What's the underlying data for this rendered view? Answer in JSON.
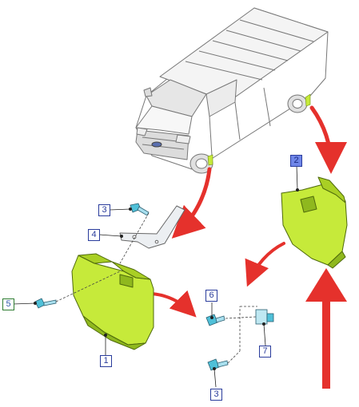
{
  "callouts": {
    "c1": "1",
    "c2": "2",
    "c3a": "3",
    "c3b": "3",
    "c4": "4",
    "c5": "5",
    "c6": "6",
    "c7": "7"
  },
  "colors": {
    "mudflap": "#c6ea3a",
    "mudflap_shade": "#8fb81e",
    "arrow": "#e5312c",
    "callout_border": "#2a3c9c",
    "callout_fill_highlight": "#6f86e8",
    "callout_border_green": "#2e7d32",
    "van_line": "#777777"
  },
  "icons": [
    "van-illustration",
    "front-mudflap-part",
    "rear-mudflap-part",
    "bracket-part",
    "screw-part",
    "clip-part"
  ]
}
